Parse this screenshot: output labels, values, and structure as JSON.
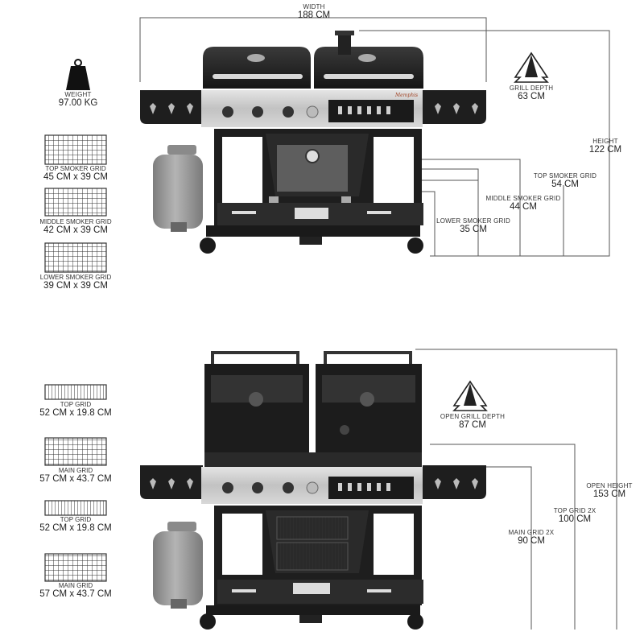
{
  "top_view": {
    "width": {
      "label": "WIDTH",
      "value": "188 CM"
    },
    "weight": {
      "label": "WEIGHT",
      "value": "97.00 KG"
    },
    "grill_depth": {
      "label": "GRILL DEPTH",
      "value": "63 CM"
    },
    "height": {
      "label": "HEIGHT",
      "value": "122 CM"
    },
    "top_smoker_grid_height": {
      "label": "TOP SMOKER GRID",
      "value": "54 CM"
    },
    "middle_smoker_grid_height": {
      "label": "MIDDLE SMOKER GRID",
      "value": "44 CM"
    },
    "lower_smoker_grid_height": {
      "label": "LOWER SMOKER GRID",
      "value": "35 CM"
    },
    "grids": [
      {
        "label": "TOP SMOKER GRID",
        "size": "45 CM x 39 CM"
      },
      {
        "label": "MIDDLE SMOKER GRID",
        "size": "42 CM x 39 CM"
      },
      {
        "label": "LOWER SMOKER GRID",
        "size": "39 CM x 39 CM"
      }
    ]
  },
  "bottom_view": {
    "open_grill_depth": {
      "label": "OPEN GRILL DEPTH",
      "value": "87 CM"
    },
    "open_height": {
      "label": "OPEN HEIGHT",
      "value": "153 CM"
    },
    "top_grid_height": {
      "label": "TOP GRID 2X",
      "value": "100 CM"
    },
    "main_grid_height": {
      "label": "MAIN GRID 2X",
      "value": "90 CM"
    },
    "grids": [
      {
        "label": "TOP GRID",
        "size": "52 CM x 19.8 CM"
      },
      {
        "label": "MAIN GRID",
        "size": "57 CM x 43.7 CM"
      },
      {
        "label": "TOP GRID",
        "size": "52 CM x 19.8 CM"
      },
      {
        "label": "MAIN GRID",
        "size": "57 CM x 43.7 CM"
      }
    ]
  },
  "brand_text": "Memphis",
  "icons": [
    "weight-icon",
    "depth-icon",
    "grid-icon",
    "propane-tank-icon"
  ],
  "colors": {
    "line": "#555555",
    "grill_dark": "#1e1e1e",
    "steel": "#c9c9c9",
    "tank": "#9a9a9a"
  }
}
